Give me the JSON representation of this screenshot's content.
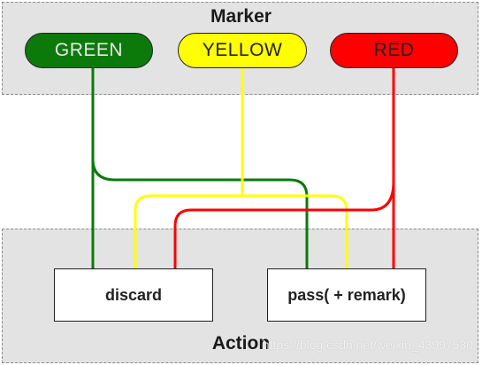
{
  "marker": {
    "title": "Marker",
    "pills": {
      "green": "GREEN",
      "yellow": "YELLOW",
      "red": "RED"
    }
  },
  "action": {
    "title": "Action",
    "boxes": {
      "discard": "discard",
      "pass": "pass( + remark)"
    }
  },
  "watermark": "https://blog.csdn.net/weixin_43997530",
  "colors": {
    "green": "#0b7a0b",
    "yellow": "#ffff00",
    "red": "#ff0000",
    "band": "#e3e3e3"
  }
}
